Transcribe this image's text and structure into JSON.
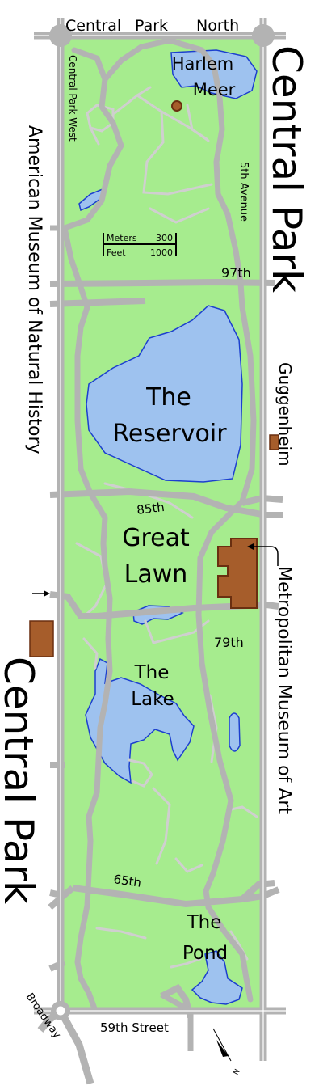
{
  "labels": {
    "title_right": "Central Park",
    "title_left": "Central Park",
    "central_park_north": [
      "Central",
      "Park",
      "North"
    ],
    "central_park_west": "Central Park West",
    "fifth_avenue": "5th Avenue",
    "american_museum": "American Museum of Natural History",
    "metropolitan": "Metropolitan Museum of Art",
    "guggenheim": "Guggenheim",
    "broadway": "Broadway",
    "street_59": "59th Street",
    "street_65": "65th",
    "street_79": "79th",
    "street_85": "85th",
    "street_97": "97th"
  },
  "features": {
    "harlem_meer": [
      "Harlem",
      "Meer"
    ],
    "reservoir": [
      "The",
      "Reservoir"
    ],
    "great_lawn": [
      "Great",
      "Lawn"
    ],
    "lake": [
      "The",
      "Lake"
    ],
    "pond": [
      "The",
      "Pond"
    ]
  },
  "scale": {
    "meters_label": "Meters",
    "meters_value": "300",
    "feet_label": "Feet",
    "feet_value": "1000"
  },
  "compass": {
    "north_label": "N"
  },
  "colors": {
    "park_green": "#a6ec8e",
    "road_gray": "#b3b3b3",
    "path_light": "#cfcfcf",
    "water_blue": "#9ec2ef",
    "water_edge": "#1c3fcf",
    "museum_brown": "#a65d2b"
  }
}
